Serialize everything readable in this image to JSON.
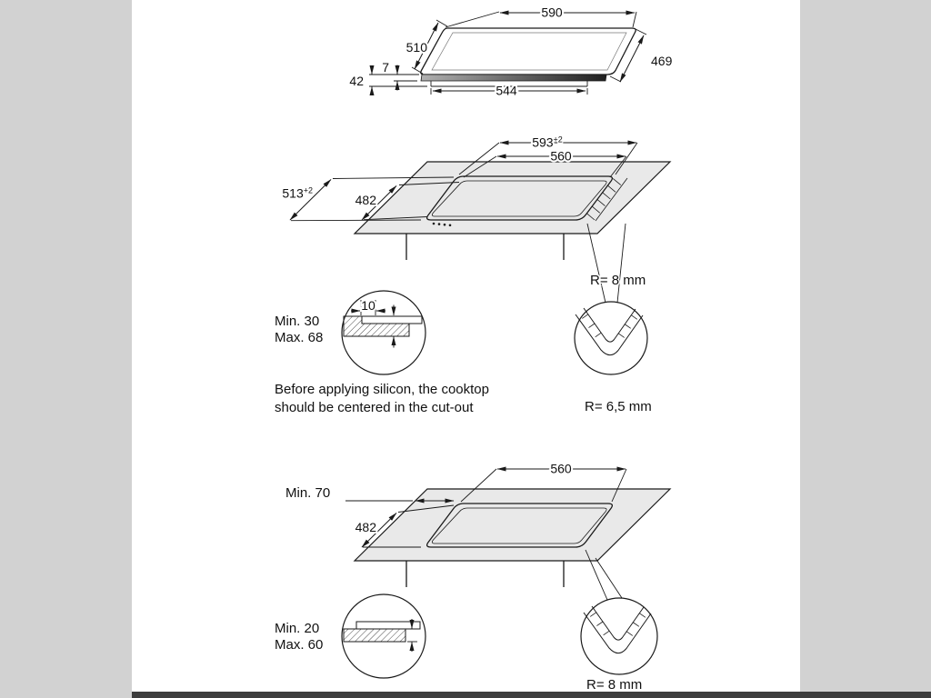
{
  "product_view": {
    "top_width": "590",
    "depth": "510",
    "base_depth": "469",
    "glass_thickness": "7",
    "height": "42",
    "base_width": "544"
  },
  "flush_view": {
    "rebate_width": "593",
    "rebate_width_tol": "+2",
    "cutout_width": "560",
    "rebate_depth": "513",
    "rebate_depth_tol": "+2",
    "cutout_depth": "482",
    "corner_radius": "R= 8 mm",
    "glass_corner_radius": "R= 6,5 mm",
    "overlap_width": "10",
    "thickness_min": "Min. 30",
    "thickness_max": "Max. 68",
    "note_line1": "Before applying silicon, the cooktop",
    "note_line2": "should be centered in the cut-out"
  },
  "surface_view": {
    "cutout_width": "560",
    "side_clearance_min": "Min. 70",
    "cutout_depth": "482",
    "thickness_min": "Min. 20",
    "thickness_max": "Max. 60",
    "corner_radius": "R= 8 mm"
  }
}
